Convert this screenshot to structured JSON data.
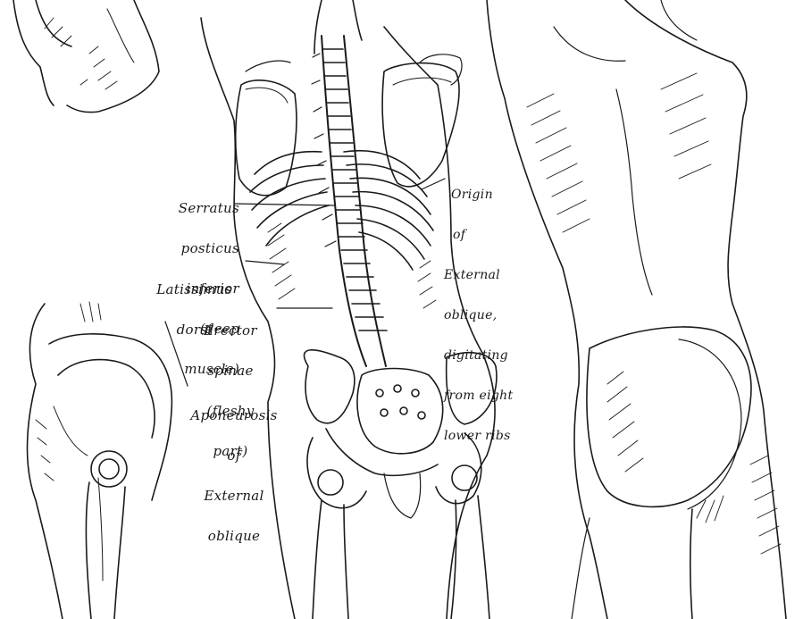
{
  "labels": {
    "serratus": [
      "Serratus",
      "posticus",
      "inferior",
      "(deep",
      "muscle)"
    ],
    "latissimus": [
      "Latissimus",
      "dorsi"
    ],
    "erector": [
      "Erector",
      "spinae",
      "(fleshy",
      "part)"
    ],
    "aponeurosis": [
      "Aponeurosis",
      "of",
      "External",
      "oblique"
    ],
    "origin": [
      "Origin",
      "of",
      "External",
      "oblique,",
      "digitating",
      "from eight",
      "lower ribs"
    ]
  },
  "colors": {
    "ink": "#1a1a1a",
    "paper": "#ffffff"
  }
}
